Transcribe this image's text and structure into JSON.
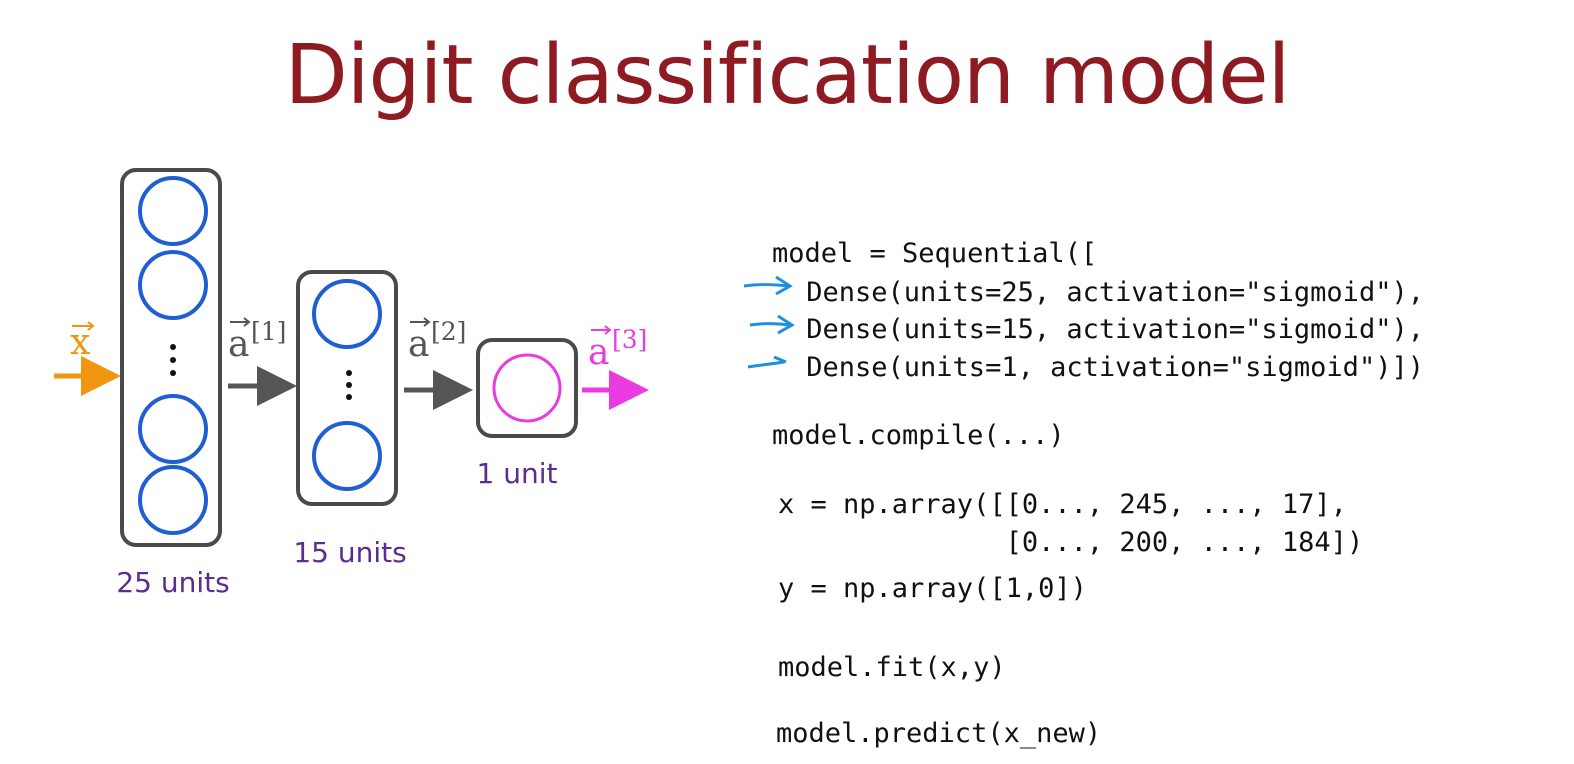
{
  "slide": {
    "title": "Digit classification model"
  },
  "network": {
    "input": {
      "symbol": "x",
      "color": "#f0960e"
    },
    "layers": [
      {
        "units_label": "25 units",
        "unit_color": "#1f5fd1"
      },
      {
        "units_label": "15 units",
        "unit_color": "#1f5fd1"
      },
      {
        "units_label": "1 unit",
        "unit_color": "#e83be0"
      }
    ],
    "activations": [
      {
        "base": "a",
        "sup": "[1]",
        "color": "#555555"
      },
      {
        "base": "a",
        "sup": "[2]",
        "color": "#555555"
      },
      {
        "base": "a",
        "sup": "[3]",
        "color": "#e83be0"
      }
    ],
    "arrow_color": "#555555",
    "box_color": "#4a4a4a"
  },
  "code": {
    "lines": [
      "model = Sequential([",
      " Dense(units=25, activation=\"sigmoid\"),",
      " Dense(units=15, activation=\"sigmoid\"),",
      " Dense(units=1, activation=\"sigmoid\")])",
      "model.compile(...)",
      "x = np.array([[0..., 245, ..., 17],",
      "              [0..., 200, ..., 184])",
      "y = np.array([1,0])",
      "model.fit(x,y)",
      "model.predict(x_new)"
    ],
    "pointer_color": "#1e90e0"
  }
}
